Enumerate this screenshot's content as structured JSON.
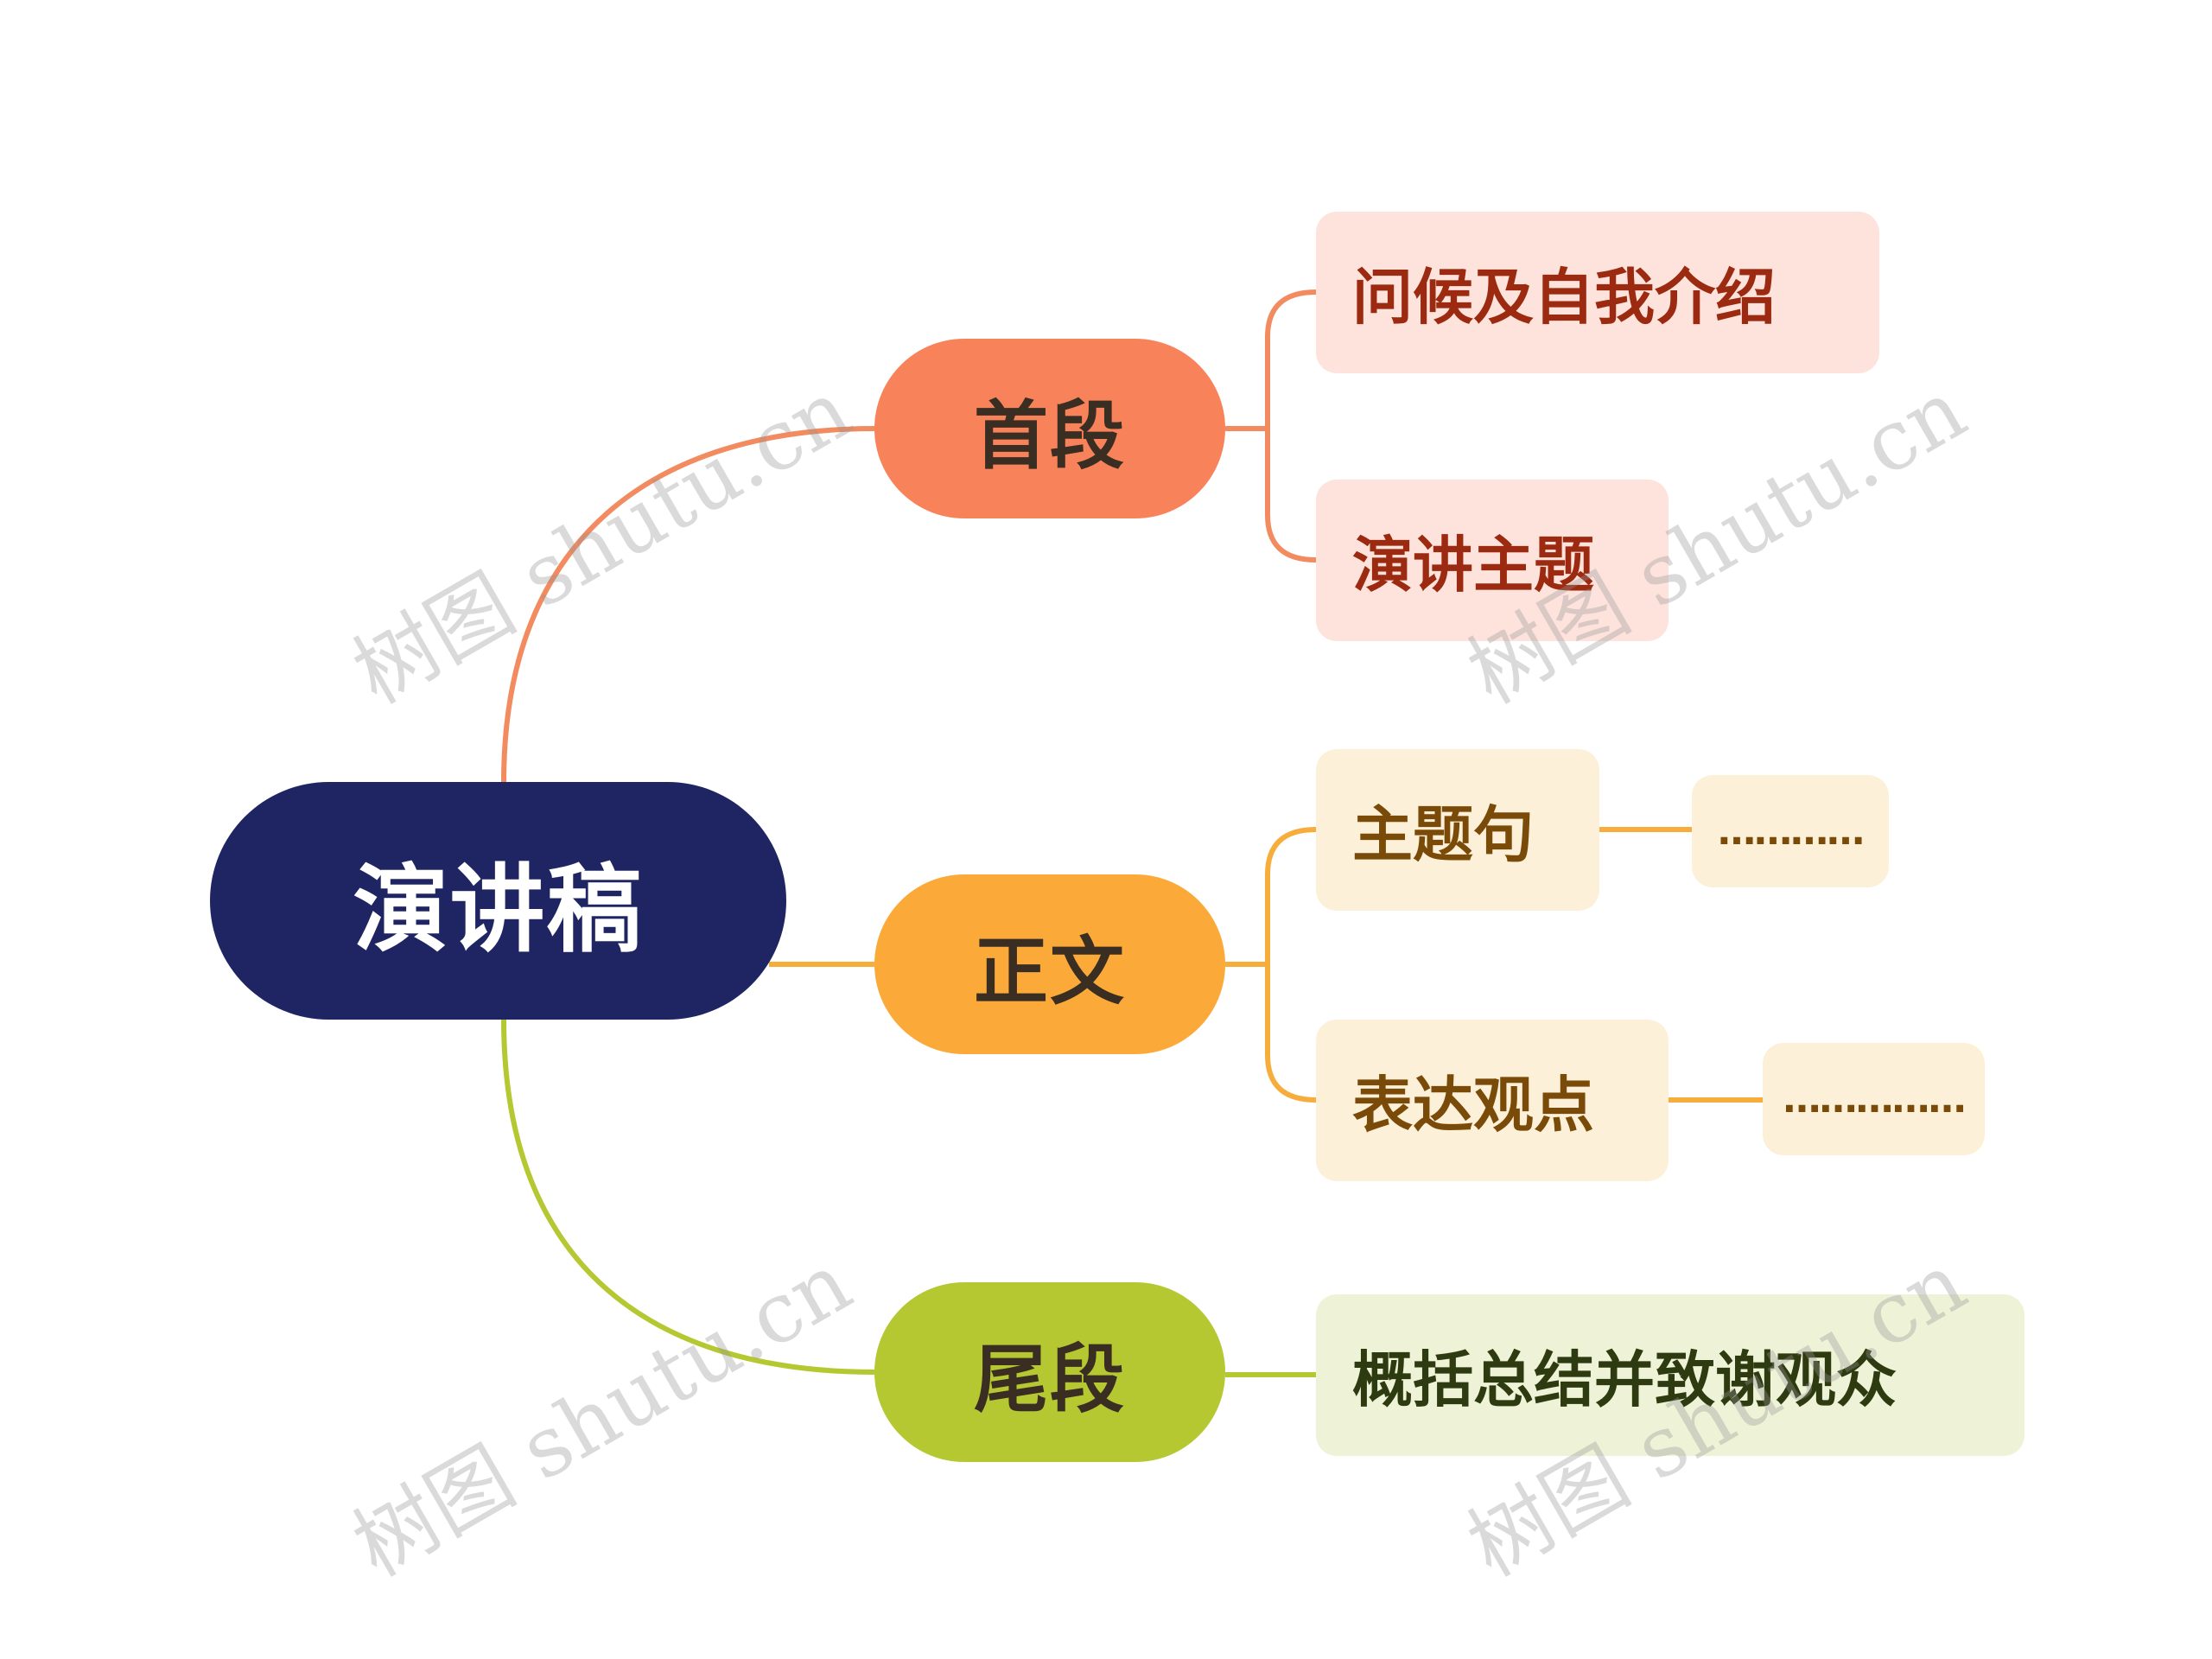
{
  "mindmap": {
    "root": {
      "label": "演讲稿",
      "color": "#1f2563"
    },
    "branches": [
      {
        "label": "首段",
        "color": "#f8825a",
        "children": [
          {
            "label": "问候及自我介绍"
          },
          {
            "label": "演讲主题"
          }
        ]
      },
      {
        "label": "正文",
        "color": "#fbaa3a",
        "children": [
          {
            "label": "主题句",
            "detail": "…………"
          },
          {
            "label": "表达观点",
            "detail": "……………"
          }
        ]
      },
      {
        "label": "尾段",
        "color": "#b5c832",
        "children": [
          {
            "label": "概括总结并致谢观众"
          }
        ]
      }
    ]
  },
  "watermark": {
    "text": "树图 shutu.cn"
  }
}
